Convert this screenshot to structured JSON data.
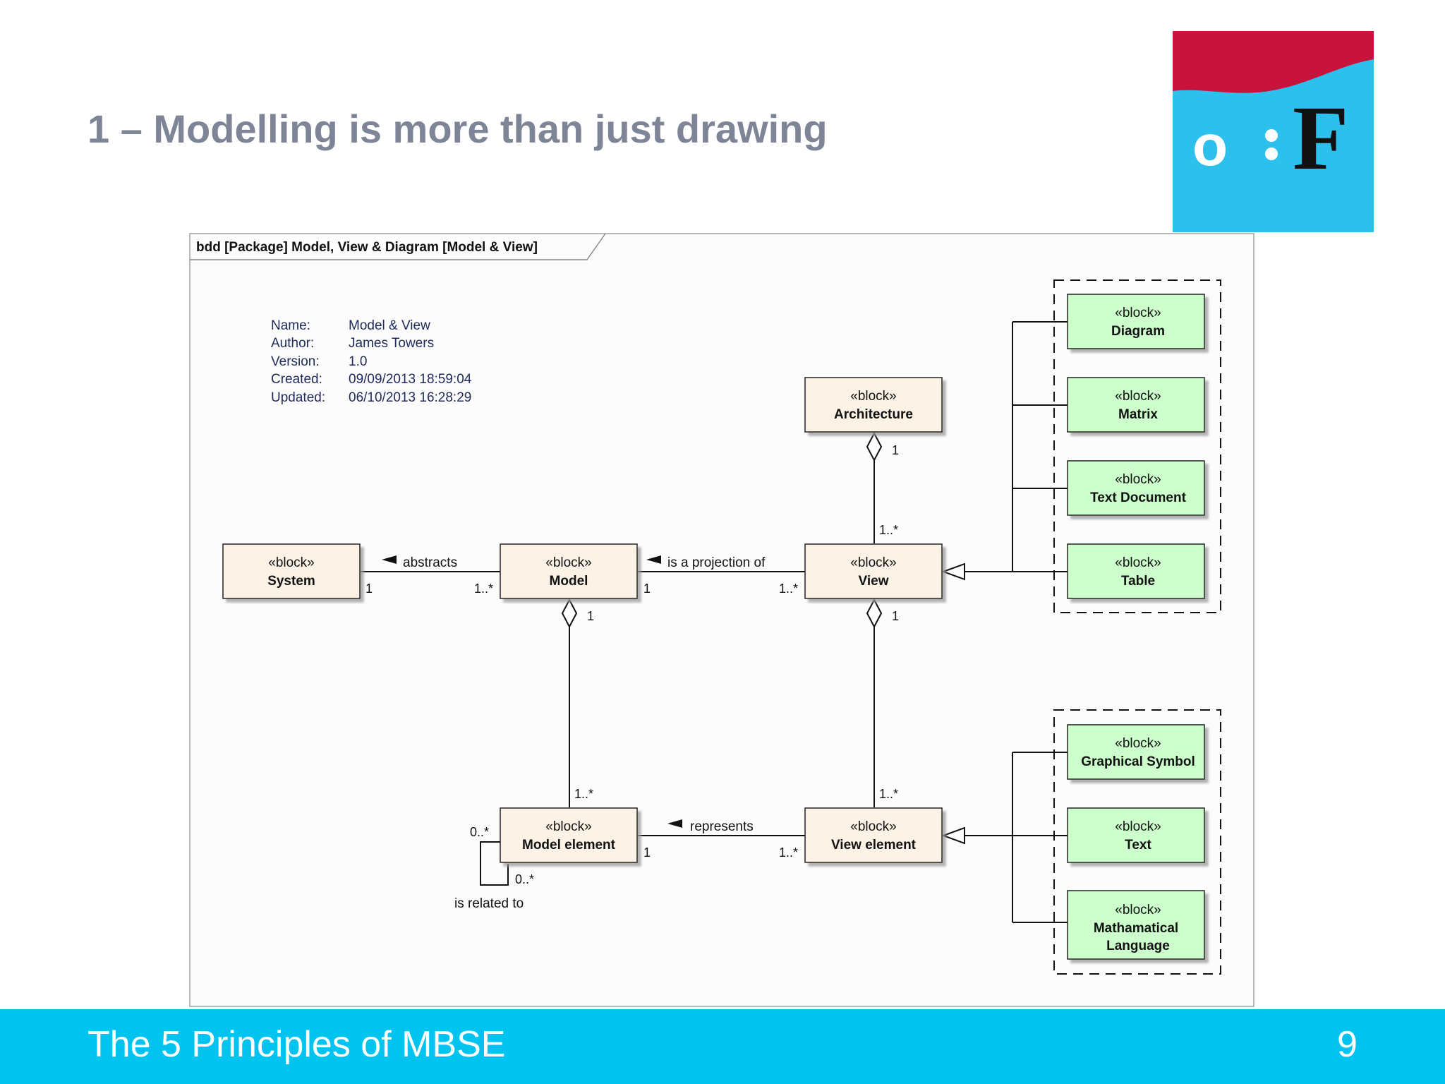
{
  "slide": {
    "title": "1 – Modelling is more than just drawing",
    "footer_title": "The 5 Principles of MBSE",
    "page_number": "9"
  },
  "logo": {
    "text": "o:F",
    "colors": {
      "top": "#c8143c",
      "body": "#2ec0ec"
    }
  },
  "diagram": {
    "frame_title": "bdd [Package] Model, View & Diagram [Model & View]",
    "metadata": {
      "name_label": "Name:",
      "name": "Model & View",
      "author_label": "Author:",
      "author": "James Towers",
      "version_label": "Version:",
      "version": "1.0",
      "created_label": "Created:",
      "created": "09/09/2013 18:59:04",
      "updated_label": "Updated:",
      "updated": "06/10/2013 16:28:29"
    },
    "stereotype": "«block»",
    "blocks": {
      "system": "System",
      "model": "Model",
      "view": "View",
      "architecture": "Architecture",
      "model_element": "Model element",
      "view_element": "View element",
      "diagram": "Diagram",
      "matrix": "Matrix",
      "text_document": "Text Document",
      "table": "Table",
      "graphical_symbol": "Graphical Symbol",
      "text": "Text",
      "math_language_line1": "Mathamatical",
      "math_language_line2": "Language"
    },
    "associations": {
      "abstracts": {
        "label": "abstracts",
        "source_mult": "1",
        "target_mult": "1..*"
      },
      "projection": {
        "label": "is a projection of",
        "source_mult": "1",
        "target_mult": "1..*"
      },
      "represents": {
        "label": "represents",
        "source_mult": "1",
        "target_mult": "1..*"
      },
      "related": {
        "label": "is related to",
        "mult_a": "0..*",
        "mult_b": "0..*"
      },
      "architecture_view": {
        "whole_mult": "1",
        "part_mult": "1..*"
      },
      "model_element": {
        "whole_mult": "1",
        "part_mult": "1..*"
      },
      "view_element": {
        "whole_mult": "1",
        "part_mult": "1..*"
      }
    },
    "colors": {
      "core_block": "#fcf2e6",
      "view_type_block": "#ccffcc",
      "line": "#111111",
      "meta_text": "#1f2a5a"
    }
  }
}
